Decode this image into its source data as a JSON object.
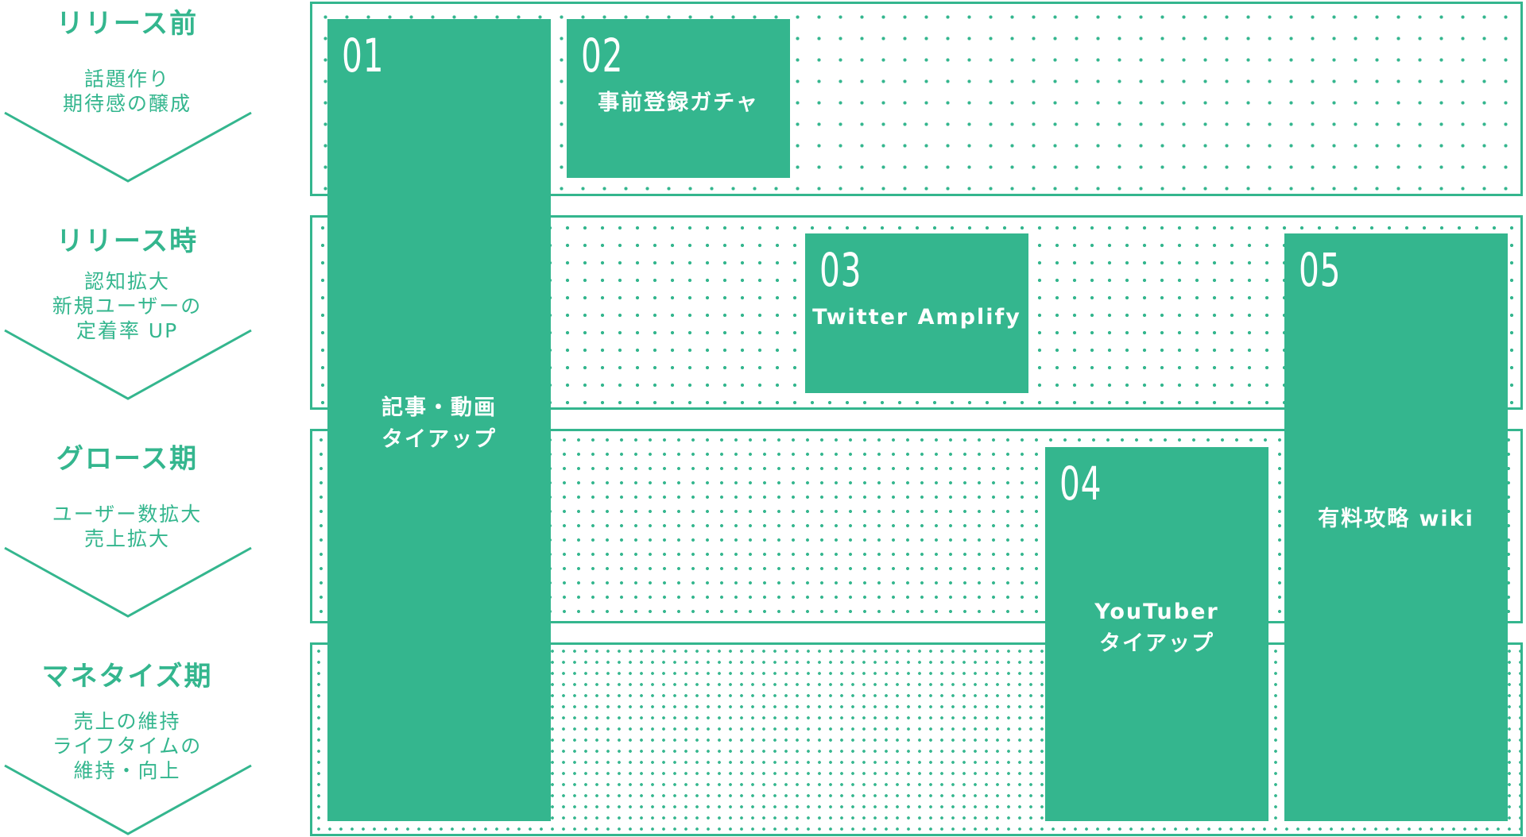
{
  "phases": [
    {
      "title": "リリース前",
      "desc": [
        "話題作り",
        "期待感の醸成"
      ]
    },
    {
      "title": "リリース時",
      "desc": [
        "認知拡大",
        "新規ユーザーの",
        "定着率 UP"
      ]
    },
    {
      "title": "グロース期",
      "desc": [
        "ユーザー数拡大",
        "売上拡大"
      ]
    },
    {
      "title": "マネタイズ期",
      "desc": [
        "売上の維持",
        "ライフタイムの",
        "維持・向上"
      ]
    }
  ],
  "measures": [
    {
      "number": "01",
      "label": [
        "記事・動画",
        "タイアップ"
      ]
    },
    {
      "number": "02",
      "label": [
        "事前登録ガチャ"
      ]
    },
    {
      "number": "03",
      "label": [
        "Twitter Amplify"
      ]
    },
    {
      "number": "04",
      "label": [
        "YouTuber",
        "タイアップ"
      ]
    },
    {
      "number": "05",
      "label": [
        "有料攻略 wiki"
      ]
    }
  ],
  "colors": {
    "accent": "#34b68e",
    "box_text": "#ffffff",
    "background": "#ffffff"
  }
}
